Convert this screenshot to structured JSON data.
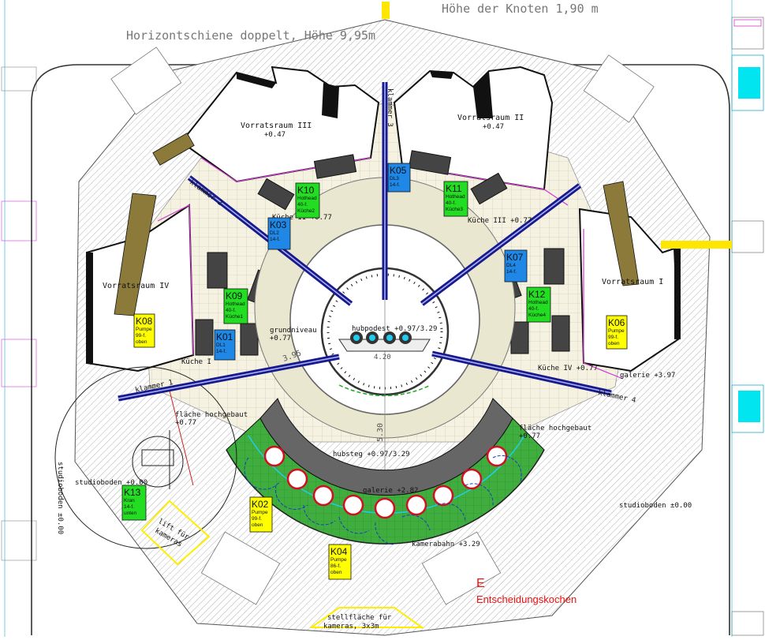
{
  "titles": {
    "top_right": "Höhe der Knoten 1,90 m",
    "top_left": "Horizontschiene doppelt, Höhe 9,95m"
  },
  "rooms": {
    "r3": "Vorratsraum III",
    "r3_level": "+0.47",
    "r2": "Vorratsraum II",
    "r2_level": "+0.47",
    "r4": "Vorratsraum IV",
    "r1": "Vorratsraum I"
  },
  "areas": {
    "kueche2": "Küche II +0.77",
    "kueche3": "Küche III +0.77",
    "kueche1": "Küche I",
    "kueche4": "Küche IV +0.77",
    "grundniveau": "grundniveau",
    "grundniveau_level": "+0.77",
    "hubpodest": "hubpodest +0.97/3.29",
    "hubsteg": "hubsteg +0.97/3.29",
    "galerie_c": "galerie +2.82",
    "galerie_r": "galerie +3.97",
    "kamerabahn": "kamerabahn +3.29",
    "flaeche_l": "fläche hochgebaut",
    "flaeche_l_level": "+0.77",
    "flaeche_r": "fläche hochgebaut",
    "flaeche_r_level": "+0.77",
    "studio_l": "studioboden +0.00",
    "studio_r": "studioboden ±0.00",
    "studio_v": "studioboden ±0.00",
    "lift_1": "lift für",
    "lift_2": "kameras",
    "stell_1": "stellfläche für",
    "stell_2": "kameras, 3x3m",
    "dim_center": "5.30",
    "dim_inner": "4.20",
    "dim_diag": "3.95"
  },
  "rails": {
    "k3": "klammer 3",
    "k2": "klammer 2",
    "k1": "klammer 1",
    "k4": "klammer 4"
  },
  "tags": [
    {
      "id": "K05",
      "l1": "DL3",
      "l2": "14-f.",
      "l3": "",
      "color": "#1f87e6"
    },
    {
      "id": "K10",
      "l1": "Hothead",
      "l2": "40-f.",
      "l3": "Küche2",
      "color": "#22dd22"
    },
    {
      "id": "K11",
      "l1": "Hothead",
      "l2": "40-f.",
      "l3": "Küche3",
      "color": "#22dd22"
    },
    {
      "id": "K03",
      "l1": "DL2",
      "l2": "14-f.",
      "l3": "",
      "color": "#1f87e6"
    },
    {
      "id": "K07",
      "l1": "DL4",
      "l2": "14-f.",
      "l3": "",
      "color": "#1f87e6"
    },
    {
      "id": "K09",
      "l1": "Hothead",
      "l2": "40-f.",
      "l3": "Küche1",
      "color": "#22dd22"
    },
    {
      "id": "K12",
      "l1": "Hothead",
      "l2": "40-f.",
      "l3": "Küche4",
      "color": "#22dd22"
    },
    {
      "id": "K08",
      "l1": "Pumpe",
      "l2": "99-f.",
      "l3": "oben",
      "color": "#ffff00"
    },
    {
      "id": "K06",
      "l1": "Pumpe",
      "l2": "99-f.",
      "l3": "oben",
      "color": "#ffff00"
    },
    {
      "id": "K01",
      "l1": "DL1",
      "l2": "14-f.",
      "l3": "",
      "color": "#1f87e6"
    },
    {
      "id": "K13",
      "l1": "Kran",
      "l2": "14-f.",
      "l3": "unten",
      "color": "#22dd22"
    },
    {
      "id": "K02",
      "l1": "Pumpe",
      "l2": "99-f.",
      "l3": "oben",
      "color": "#ffff00"
    },
    {
      "id": "K04",
      "l1": "Pumpe",
      "l2": "86-f.",
      "l3": "oben",
      "color": "#ffff00"
    }
  ],
  "note": {
    "letter": "E",
    "text": "Entscheidungskochen"
  },
  "colors": {
    "tag_blue": "#1f87e6",
    "tag_green": "#22dd22",
    "tag_yellow": "#ffff00",
    "rail": "#1a1a8a",
    "note_red": "#ee1111",
    "arc_green": "#3fae3f",
    "wall_magenta": "#d23ad2"
  }
}
